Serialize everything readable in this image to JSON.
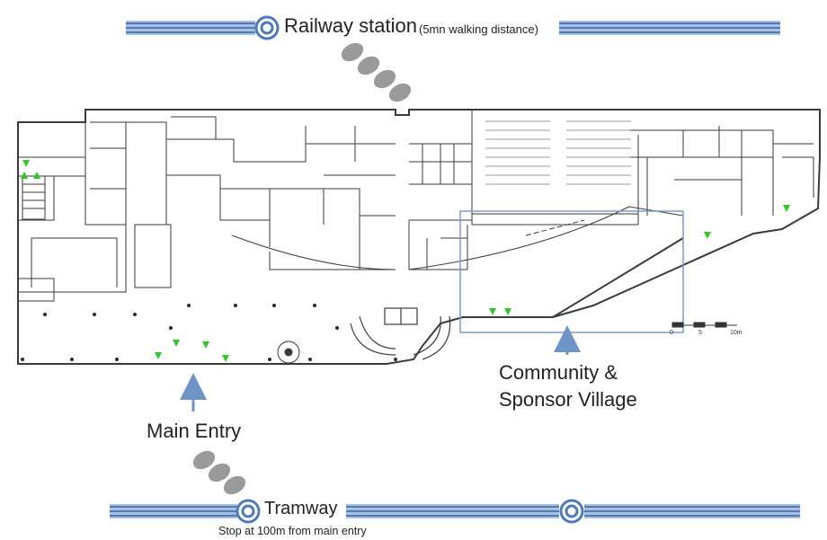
{
  "railway": {
    "title": "Railway station",
    "note": "(5mn walking distance)"
  },
  "tramway": {
    "title": "Tramway",
    "note": "Stop at 100m from main entry"
  },
  "labels": {
    "main_entry": "Main Entry",
    "community_line1": "Community &",
    "community_line2": "Sponsor Village"
  },
  "scale": {
    "mark0": "0",
    "mark5": "5",
    "mark10": "10m"
  },
  "colors": {
    "transit_line": "#5b86c0",
    "transit_line_light": "#a9c1e0",
    "walk_dots": "#9a9a9a",
    "arrow": "#6f93c4",
    "highlight_box": "#7d9cc8",
    "exit_marker": "#35c42f",
    "walls": "#3a3a3a"
  },
  "icons": {
    "station": "station-circle-icon",
    "walk": "footstep-dots-icon",
    "exit": "green-triangle-icon",
    "arrow": "up-arrow-icon"
  }
}
